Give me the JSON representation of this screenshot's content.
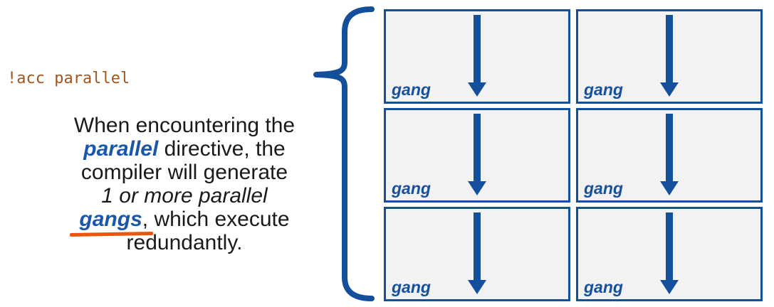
{
  "palette": {
    "accent_blue": "#134f9a",
    "keyword_blue": "#1a57ab",
    "code_brown": "#a4551e",
    "underline_orange": "#e8570d",
    "box_fill": "#f2f2f2",
    "body_text": "#1a1a1a"
  },
  "code_label": "!acc parallel",
  "caption": {
    "line1": "When encountering the",
    "line2_keyword": "parallel",
    "line2_rest": " directive, the",
    "line3": "compiler will generate",
    "line4_italic": "1 or more parallel",
    "line5_keyword": "gangs",
    "line5_rest": ", which execute",
    "line6": "redundantly."
  },
  "gang_grid": {
    "boxes": [
      {
        "label": "gang"
      },
      {
        "label": "gang"
      },
      {
        "label": "gang"
      },
      {
        "label": "gang"
      },
      {
        "label": "gang"
      },
      {
        "label": "gang"
      }
    ]
  }
}
